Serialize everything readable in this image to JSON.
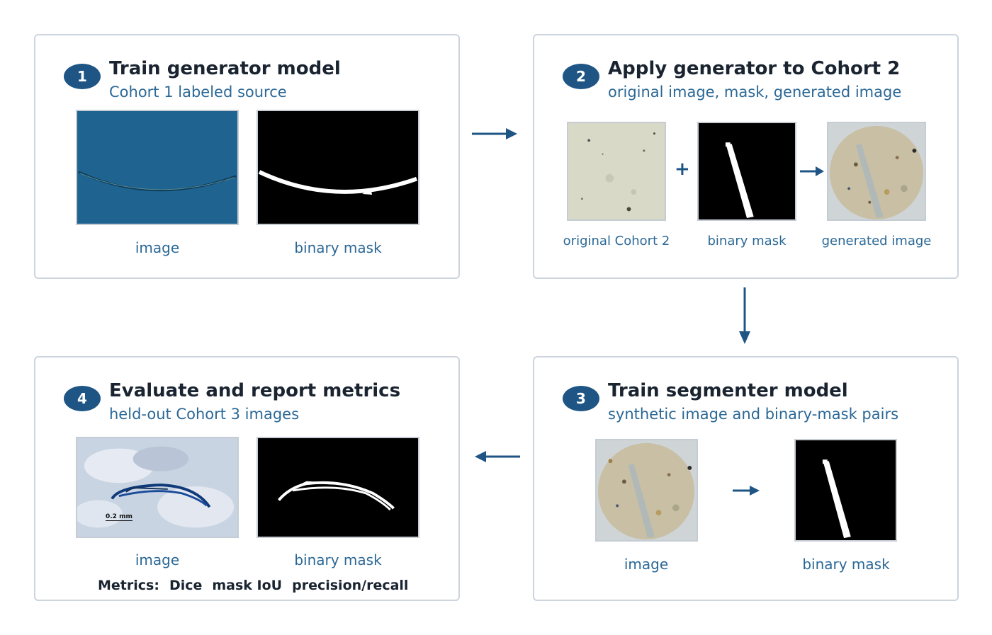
{
  "steps": [
    {
      "number": "1",
      "title": "Train generator model",
      "subtitle": "Cohort 1 labeled source",
      "captions": [
        "image",
        "binary mask"
      ]
    },
    {
      "number": "2",
      "title": "Apply generator to Cohort 2",
      "subtitle": "original image, mask, generated image",
      "captions": [
        "original Cohort 2",
        "binary mask",
        "generated image"
      ],
      "operator": "+"
    },
    {
      "number": "3",
      "title": "Train segmenter model",
      "subtitle": "synthetic image and binary-mask pairs",
      "captions": [
        "image",
        "binary mask"
      ]
    },
    {
      "number": "4",
      "title": "Evaluate and report metrics",
      "subtitle": "held-out Cohort 3 images",
      "captions": [
        "image",
        "binary mask"
      ],
      "metrics_label": "Metrics:",
      "metrics": [
        "Dice",
        "mask IoU",
        "precision/recall"
      ],
      "scale_bar_label": "0.2 mm"
    }
  ],
  "colors": {
    "accent": "#1e5585",
    "subtitle": "#2b6896",
    "border": "#ccd4de"
  }
}
